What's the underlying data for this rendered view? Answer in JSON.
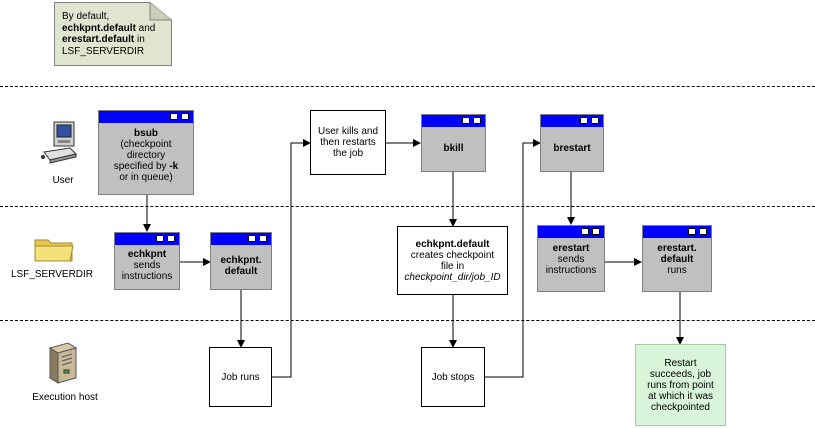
{
  "note": {
    "line1": "By default,",
    "line2_bold": "echkpnt.default",
    "line2_rest": " and",
    "line3_bold": "erestart.default",
    "line3_rest": "  in",
    "line4": "LSF_SERVERDIR"
  },
  "lanes": {
    "user": "User",
    "serverdir": "LSF_SERVERDIR",
    "exec": "Execution host"
  },
  "nodes": {
    "bsub": {
      "title": "bsub",
      "l1": "(checkpoint",
      "l2": "directory",
      "l3a": "specified by ",
      "l3b": "-k",
      "l4": "or in queue)"
    },
    "echkpnt_send": {
      "title": "echkpnt",
      "l1": "sends",
      "l2": "instructions"
    },
    "echkpnt_default": {
      "l1": "echkpnt.",
      "l2": "default"
    },
    "job_runs": "Job runs",
    "user_kills": {
      "l1": "User kills and",
      "l2": "then restarts",
      "l3": "the job"
    },
    "bkill": "bkill",
    "creates": {
      "title": "echkpnt.default",
      "l1": "creates checkpoint",
      "l2": "file in",
      "l3": "checkpoint_dir/job_ID"
    },
    "job_stops": "Job stops",
    "brestart": "brestart",
    "erestart_send": {
      "title": "erestart",
      "l1": "sends",
      "l2": "instructions"
    },
    "erestart_default": {
      "l1": "erestart.",
      "l2": "default",
      "l3": "runs"
    },
    "restart": {
      "l1": "Restart",
      "l2": "succeeds, job",
      "l3": "runs from point",
      "l4": "at which it was",
      "l5": "checkpointed"
    }
  },
  "colors": {
    "titlebar": "#0000ff",
    "window": "#c0c0c0",
    "note": "#dfe5cf",
    "result": "#d9f5d9",
    "folder": "#f5e07a"
  },
  "icons": [
    "computer-user-icon",
    "folder-icon",
    "server-tower-icon",
    "window-buttons-icon",
    "note-page-icon"
  ]
}
